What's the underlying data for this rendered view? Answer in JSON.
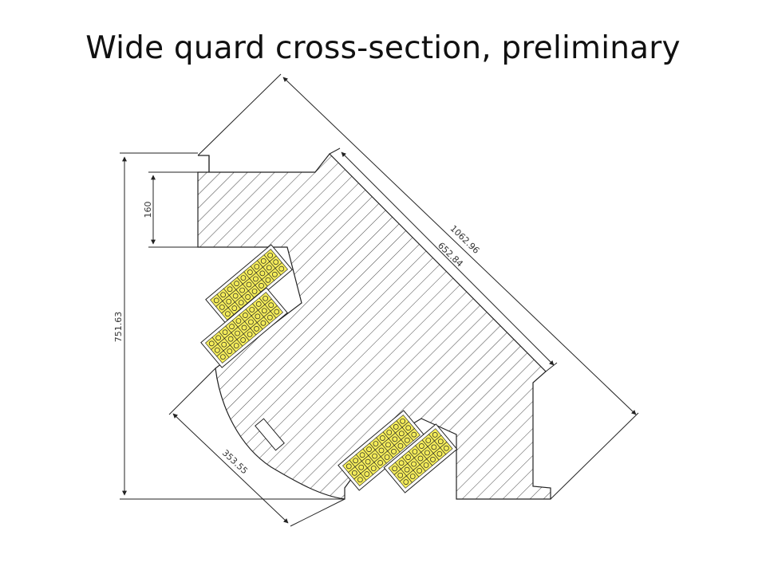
{
  "slide": {
    "title": "Wide quard cross-section, preliminary"
  },
  "dimensions": {
    "total_height": "751.63",
    "notch_height": "160",
    "outer_diagonal": "1062.96",
    "inner_diagonal": "652.84",
    "lower_diagonal": "353.55"
  },
  "colors": {
    "line": "#222222",
    "hatch": "#444444",
    "cell_fill": "#f4ec5a",
    "background": "#ffffff"
  }
}
